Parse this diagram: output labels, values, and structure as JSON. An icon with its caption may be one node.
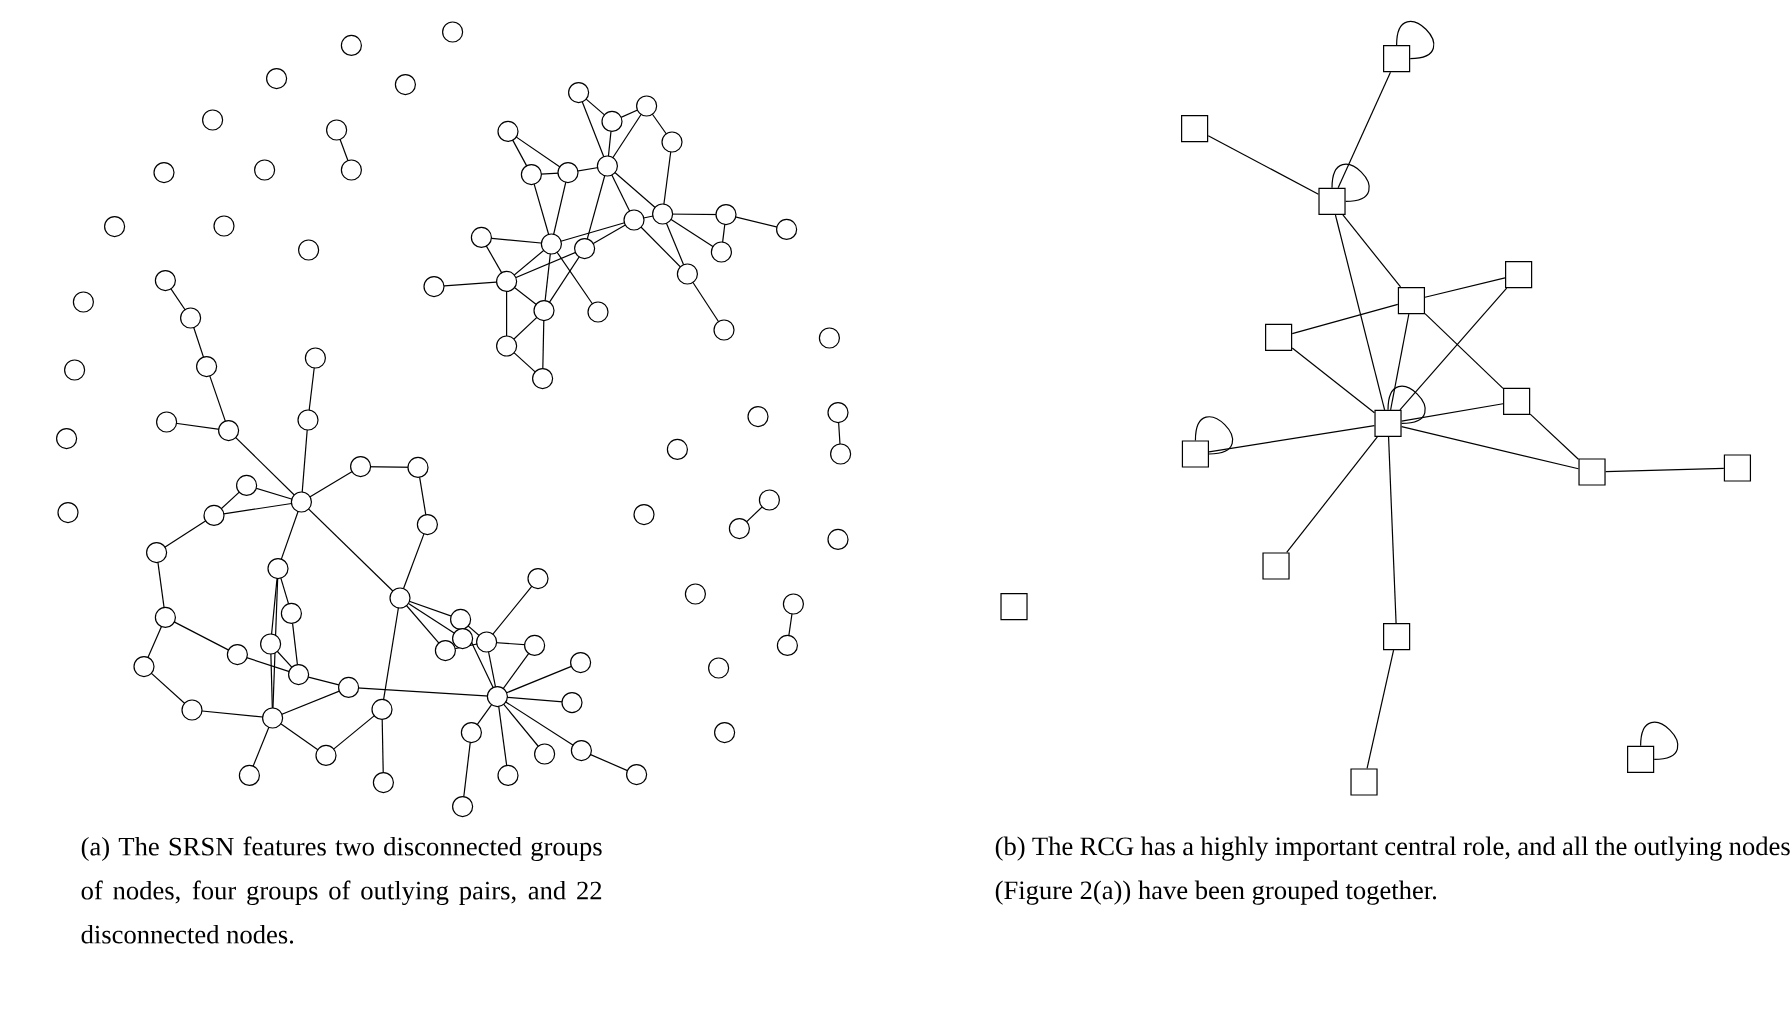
{
  "diagram": {
    "nodes": [
      {
        "text": [],
        "shape": "box"
      },
      {
        "text": [],
        "shape": "box"
      },
      {
        "text": [],
        "shape": "box"
      },
      {
        "text": [],
        "shape": "box"
      },
      {
        "text": [],
        "shape": "box"
      },
      {
        "text": [],
        "shape": "box"
      },
      {
        "text": [],
        "shape": "box"
      },
      {
        "text": [],
        "shape": "box"
      },
      {
        "text": [],
        "shape": "box"
      },
      {
        "text": [],
        "shape": "box"
      },
      {
        "text": [],
        "shape": "box"
      },
      {
        "text": [],
        "shape": "box"
      },
      {
        "text": [],
        "shape": "box"
      },
      {
        "text": [],
        "shape": "box"
      },
      {
        "text": [],
        "shape": "box"
      },
      {
        "text": [],
        "shape": "box"
      }
    ],
    "edges": [
      {
        "from": 0,
        "to": 0,
        "arrow": "none"
      },
      {
        "from": 0,
        "to": 2,
        "arrow": "none"
      },
      {
        "from": 1,
        "to": 2,
        "arrow": "none"
      },
      {
        "from": 2,
        "to": 2,
        "arrow": "none"
      },
      {
        "from": 2,
        "to": 4,
        "arrow": "none"
      },
      {
        "from": 2,
        "to": 6,
        "arrow": "none"
      },
      {
        "from": 5,
        "to": 4,
        "arrow": "none"
      },
      {
        "from": 4,
        "to": 3,
        "arrow": "none"
      },
      {
        "from": 4,
        "to": 6,
        "arrow": "none"
      },
      {
        "from": 4,
        "to": 7,
        "arrow": "none"
      },
      {
        "from": 7,
        "to": 9,
        "arrow": "none"
      },
      {
        "from": 5,
        "to": 6,
        "arrow": "none"
      },
      {
        "from": 3,
        "to": 6,
        "arrow": "none"
      },
      {
        "from": 6,
        "to": 6,
        "arrow": "none"
      },
      {
        "from": 6,
        "to": 7,
        "arrow": "none"
      },
      {
        "from": 8,
        "to": 6,
        "arrow": "none"
      },
      {
        "from": 8,
        "to": 8,
        "arrow": "none"
      },
      {
        "from": 6,
        "to": 9,
        "arrow": "none"
      },
      {
        "from": 9,
        "to": 10,
        "arrow": "none"
      },
      {
        "from": 6,
        "to": 11,
        "arrow": "none"
      },
      {
        "from": 6,
        "to": 13,
        "arrow": "none"
      },
      {
        "from": 13,
        "to": 14,
        "arrow": "none"
      },
      {
        "from": 15,
        "to": 15,
        "arrow": "none"
      }
    ],
    "labels": [
      "(a) The SRSN features two disconnected groups of nodes, four groups of outlying pairs, and 22 disconnected nodes.",
      "(b) The RCG has a highly important central role, and all the outlying nodes (Figure 2(a)) have been grouped together."
    ]
  }
}
